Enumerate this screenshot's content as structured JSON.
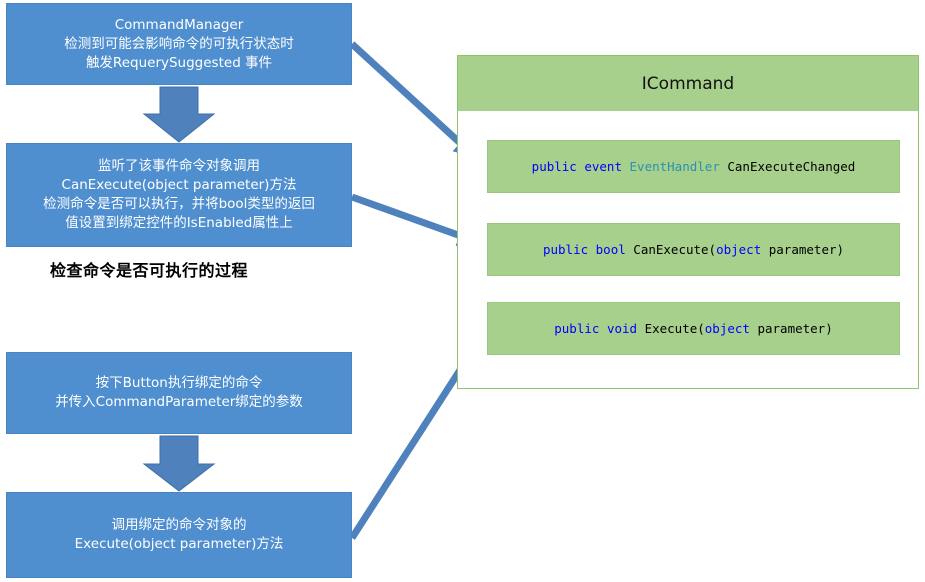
{
  "steps": [
    {
      "lines": [
        "CommandManager",
        "检测到可能会影响命令的可执行状态时",
        "触发RequerySuggested 事件"
      ]
    },
    {
      "lines": [
        "监听了该事件命令对象调用",
        "CanExecute(object parameter)方法",
        "检测命令是否可以执行，并将bool类型的返回",
        "值设置到绑定控件的IsEnabled属性上"
      ]
    },
    {
      "lines": [
        "按下Button执行绑定的命令",
        "并传入CommandParameter绑定的参数"
      ]
    },
    {
      "lines": [
        "调用绑定的命令对象的",
        "Execute(object parameter)方法"
      ]
    }
  ],
  "caption": "检查命令是否可执行的过程",
  "interface": {
    "title": "ICommand",
    "members": [
      {
        "parts": [
          {
            "text": "public",
            "kind": "kw"
          },
          {
            "text": " ",
            "kind": "pl"
          },
          {
            "text": "event",
            "kind": "kw"
          },
          {
            "text": " ",
            "kind": "pl"
          },
          {
            "text": "EventHandler",
            "kind": "ty"
          },
          {
            "text": " CanExecuteChanged",
            "kind": "pl"
          }
        ]
      },
      {
        "parts": [
          {
            "text": "public",
            "kind": "kw"
          },
          {
            "text": " ",
            "kind": "pl"
          },
          {
            "text": "bool",
            "kind": "kw"
          },
          {
            "text": " CanExecute(",
            "kind": "pl"
          },
          {
            "text": "object",
            "kind": "kw"
          },
          {
            "text": " parameter)",
            "kind": "pl"
          }
        ]
      },
      {
        "parts": [
          {
            "text": "public",
            "kind": "kw"
          },
          {
            "text": " ",
            "kind": "pl"
          },
          {
            "text": "void",
            "kind": "kw"
          },
          {
            "text": " Execute(",
            "kind": "pl"
          },
          {
            "text": "object",
            "kind": "kw"
          },
          {
            "text": " parameter)",
            "kind": "pl"
          }
        ]
      }
    ]
  },
  "colors": {
    "step_fill": "#4f8fcf",
    "arrow": "#4f82bd",
    "interface_header": "#a8d08d",
    "interface_border": "#8cc56e",
    "member_fill": "#a8d08d",
    "code_keyword": "#0000ff",
    "code_type": "#2b91af"
  }
}
